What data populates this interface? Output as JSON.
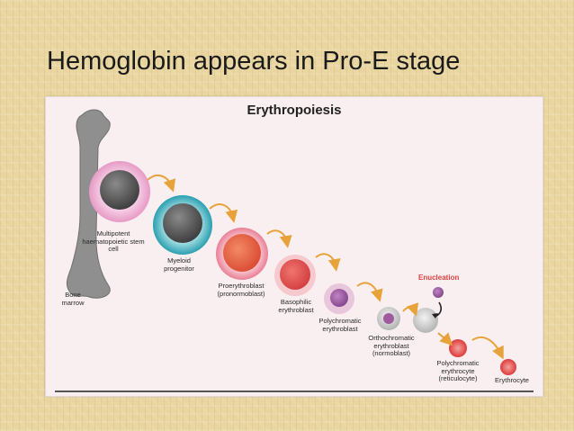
{
  "slide": {
    "title": "Hemoglobin appears in Pro-E stage"
  },
  "diagram": {
    "title": "Erythropoiesis",
    "enucleation_label": "Enucleation",
    "stages": [
      {
        "label": "Bone marrow"
      },
      {
        "label": "Multipotent haematopoietic stem cell"
      },
      {
        "label": "Myeloid progenitor"
      },
      {
        "label": "Proerythroblast (pronormoblast)"
      },
      {
        "label": "Basophilic erythroblast"
      },
      {
        "label": "Polychromatic erythroblast"
      },
      {
        "label": "Orthochromatic erythroblast (normoblast)"
      },
      {
        "label": "Polychromatic erythrocyte (reticulocyte)"
      },
      {
        "label": "Erythrocyte"
      }
    ],
    "colors": {
      "bone": "#8a8a8a",
      "arrow": "#e8a23a",
      "enucleation": "#e0413f"
    }
  }
}
